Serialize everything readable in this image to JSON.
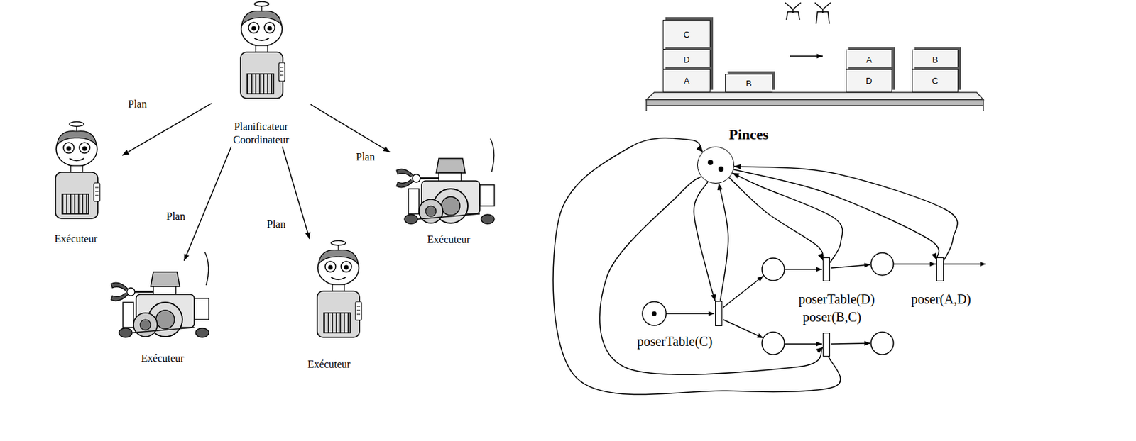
{
  "diagram": {
    "nodes": [
      {
        "text": [
          "Planificateur Coordinateur"
        ]
      },
      {
        "text": [
          "Exécuteur"
        ]
      },
      {
        "text": [
          "Exécuteur"
        ]
      },
      {
        "text": [
          "Exécuteur"
        ]
      },
      {
        "text": [
          "Exécuteur"
        ]
      },
      {
        "text": [
          "C"
        ]
      },
      {
        "text": [
          "D"
        ]
      },
      {
        "text": [
          "A"
        ]
      },
      {
        "text": [
          "B"
        ]
      },
      {
        "text": [
          "A"
        ]
      },
      {
        "text": [
          "D"
        ]
      },
      {
        "text": [
          "B"
        ]
      },
      {
        "text": [
          "C"
        ]
      },
      {
        "text": [
          "Pinces"
        ]
      },
      {
        "text": [
          "poserTable(C)"
        ]
      },
      {
        "text": [
          "poserTable(D)"
        ]
      },
      {
        "text": [
          "poser(A,D)"
        ]
      },
      {
        "text": [
          "poser(B,C)"
        ]
      }
    ],
    "edges": [
      {
        "from": 0,
        "to": 1,
        "label": "Plan",
        "arrow": "to"
      },
      {
        "from": 0,
        "to": 2,
        "label": "Plan",
        "arrow": "to"
      },
      {
        "from": 0,
        "to": 3,
        "label": "Plan",
        "arrow": "to"
      },
      {
        "from": 0,
        "to": 4,
        "label": "Plan",
        "arrow": "to"
      },
      {
        "from": 13,
        "to": 14,
        "arrow": "to"
      },
      {
        "from": 14,
        "to": 13,
        "arrow": "to"
      },
      {
        "from": 13,
        "to": 15,
        "arrow": "to"
      },
      {
        "from": 15,
        "to": 13,
        "arrow": "to"
      },
      {
        "from": 13,
        "to": 16,
        "arrow": "to"
      },
      {
        "from": 16,
        "to": 13,
        "arrow": "to"
      },
      {
        "from": 13,
        "to": 17,
        "arrow": "to"
      },
      {
        "from": 17,
        "to": 13,
        "arrow": "to"
      }
    ]
  }
}
